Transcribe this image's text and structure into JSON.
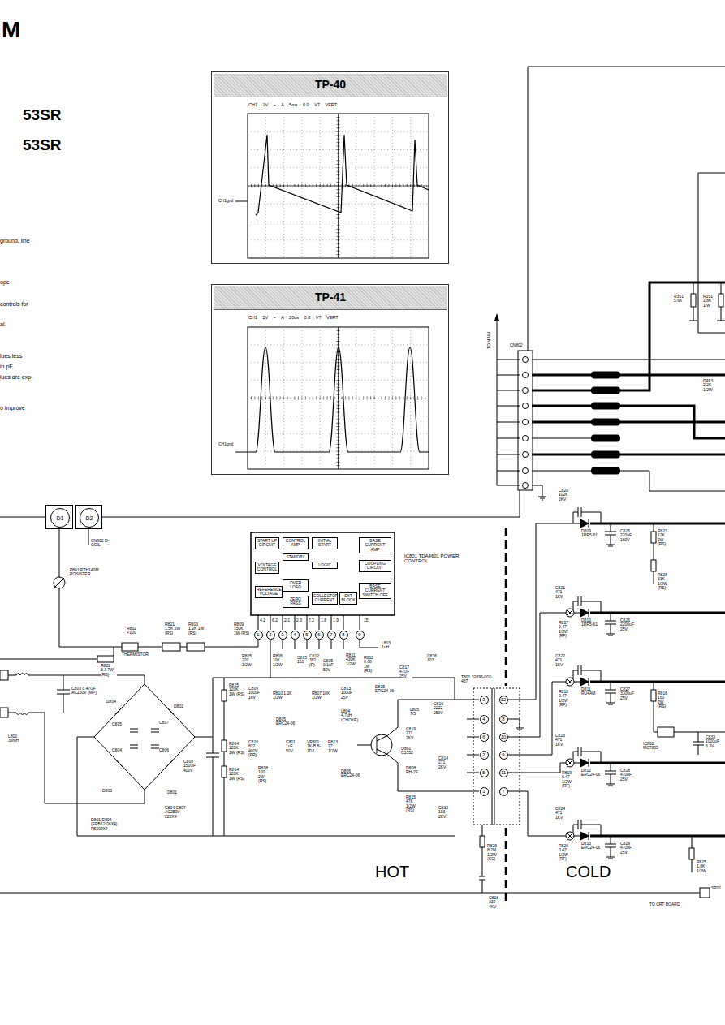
{
  "diagram": {
    "title": "M",
    "nodes": [
      {
        "text": [
          "TP-40",
          "CH1 1V ~ A 5ms 0.0 V7 VERT",
          "CH1gnd"
        ]
      },
      {
        "text": [
          "TP-41",
          "CH1 2V ~ A 20us 0.0 V7 VERT",
          "CH1gnd"
        ]
      },
      {
        "text": [
          "D1"
        ]
      },
      {
        "text": [
          "D2"
        ]
      },
      {
        "text": [
          "START UP CIRCUIT"
        ]
      },
      {
        "text": [
          "CONTROL AMP"
        ]
      },
      {
        "text": [
          "VOLTAGE CONTROL"
        ]
      },
      {
        "text": [
          "STANDBY"
        ]
      },
      {
        "text": [
          "INITIAL START"
        ]
      },
      {
        "text": [
          "LOGIC"
        ]
      },
      {
        "text": [
          "BASE CURRENT AMP"
        ]
      },
      {
        "text": [
          "COUPLING CIRCUIT"
        ]
      },
      {
        "text": [
          "REFERENCE VOLTAGE"
        ]
      },
      {
        "text": [
          "OVER LOAD"
        ]
      },
      {
        "text": [
          "ZERO PASS"
        ]
      },
      {
        "text": [
          "COLLECTOR CURRENT"
        ]
      },
      {
        "text": [
          "EXT BLOCK"
        ]
      },
      {
        "text": [
          "BASE CURRENT SWITCH OFF"
        ]
      },
      {
        "text": [
          "1"
        ]
      },
      {
        "text": [
          "2"
        ]
      },
      {
        "text": [
          "3"
        ]
      },
      {
        "text": [
          "4"
        ]
      },
      {
        "text": [
          "5"
        ]
      },
      {
        "text": [
          "6"
        ]
      },
      {
        "text": [
          "7"
        ]
      },
      {
        "text": [
          "8"
        ]
      },
      {
        "text": [
          "9"
        ]
      },
      {
        "text": [
          "3"
        ]
      },
      {
        "text": [
          "4"
        ]
      },
      {
        "text": [
          "6"
        ]
      },
      {
        "text": [
          "2"
        ]
      },
      {
        "text": [
          "5"
        ]
      },
      {
        "text": [
          "1"
        ]
      },
      {
        "text": [
          "12"
        ]
      },
      {
        "text": [
          "8"
        ]
      },
      {
        "text": [
          "10"
        ]
      },
      {
        "text": [
          "9"
        ]
      },
      {
        "text": [
          "11"
        ]
      },
      {
        "text": [
          "7"
        ]
      }
    ],
    "labels": [
      "53SR",
      "53SR",
      "ground, line",
      "ope",
      "controls for",
      "al.",
      "lues less",
      "in pF.",
      "lues are exp-",
      "o improve",
      "TO MAIN",
      "CN802",
      "R361 5.6K",
      "R351 1.8K 1/W",
      "R354 2.2K 1/2W",
      "CN802 D-COIL",
      "P801 PTH140M POSISTER",
      "R802 P100",
      "THERMISTOR",
      "R821 1.5K 2W (RS)",
      "R803 1.2K 1W (RS)",
      "R822 3.3 7W (RB)",
      "C803 0.47UF AC250V (MP)",
      "L802 30mH",
      "D804",
      "D802",
      "C805",
      "C807",
      "C804",
      "C806",
      "D803",
      "D801",
      "D801-D804 (ERB12-06X4) R500JX4",
      "C804-C807 AC250V 222X4",
      "C808 150UF 400V",
      "R825 120K 1W (RS)",
      "R804 120K 1W (RS)",
      "R814 120K 1W (RS)",
      "R809 150K 1W (RS)",
      "R805 220 1/2W",
      "R806 10K 1/2W",
      "C815 151",
      "C812 382 (P)",
      "C835 0.1uF 50V",
      "R811 430K 1/2W",
      "R812 0.68 1W (RS)",
      "L803 1uH",
      "C817 47UF 25V",
      "C836 103",
      "IC801 TDA4601 POWER CONTROL",
      "4.2",
      "6.2",
      "2.1",
      "2.3",
      "7.2",
      "1.8",
      "1.9",
      "15",
      "C809 100uF 16V",
      "R810 1.2K 1/2W",
      "R807 10K 1/2W",
      "C813 100uF 25V",
      "D815 ERC24-06",
      "D805 ERC24-06",
      "L804 4.7uH (CHOKE)",
      "L805 7/5",
      "C816 2222 250V",
      "C819 271 2KV",
      "C810 822 400V (PP)",
      "C811 1uF 50V",
      "VR801 1K-B 8-1DJ",
      "R813 27 1/2W",
      "Q801 C3552",
      "D806 ERC24-06",
      "D808 RH-2F",
      "C814 271 2KV",
      "R808 100 2W (RS)",
      "R815 47K 1/2W (RS)",
      "C832 103 2KV",
      "T801 32895-002-437",
      "R826 8.2M 1/2W (SC)",
      "C818 332 4KV",
      "HOT",
      "COLD",
      "C820 102K 2KV",
      "D809 1RR5-61",
      "C825 220uF 160V",
      "R823 12K 2W (RS)",
      "R828 33K 1/2W (RS)",
      "C821 471 1KV",
      "R817 0.47 1/2W (RF)",
      "D810 1RR5-61",
      "C826 2200uF 25V",
      "C822 471 1KV",
      "R818 0.47 1/2W (RF)",
      "D811 RU4AM",
      "C827 3300uF 25V",
      "R816 150 2W (RS)",
      "IC802 MC7805",
      "C833 1000uF 6.3V",
      "C823 471 1KV",
      "R819 0.47 1/2W (RF)",
      "D812 ERC24-06",
      "C828 470uF 25V",
      "C824 471 1KV",
      "R820 0.47 1/2W (RF)",
      "D813 ERC24-06",
      "C829 470uF 25V",
      "R825 1.8K 1/2W",
      "SP01",
      "TO CRT BOARD"
    ]
  }
}
